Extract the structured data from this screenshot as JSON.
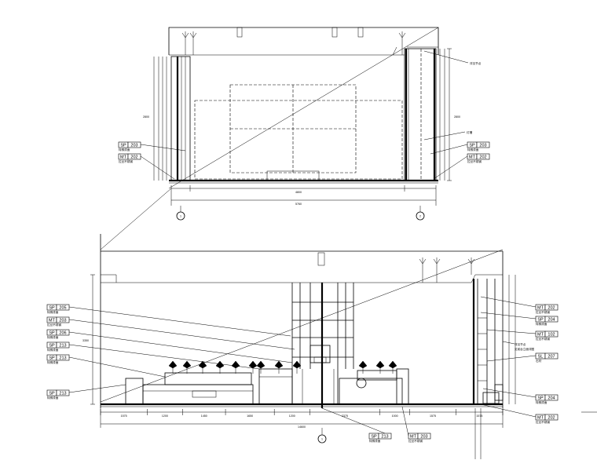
{
  "upper_elevation": {
    "tags_left": [
      {
        "code": "SP",
        "num": "203",
        "note": "特殊漆面"
      },
      {
        "code": "MT",
        "num": "202",
        "note": "拉丝不锈钢"
      }
    ],
    "tags_right": [
      {
        "code": "SP",
        "num": "203",
        "note": "特殊漆面"
      },
      {
        "code": "MT",
        "num": "202",
        "note": "拉丝不锈钢"
      }
    ],
    "top_right_note": "详见节点",
    "mid_right_note": "灯槽",
    "dims": {
      "left_height": "2800",
      "right_height": "2800",
      "segment": "4800",
      "total": "5760"
    },
    "axis_left": "1",
    "axis_right": "2"
  },
  "lower_elevation": {
    "tags_left": [
      {
        "code": "SP",
        "num": "205",
        "note": "特殊漆面"
      },
      {
        "code": "MT",
        "num": "203",
        "note": "拉丝不锈钢"
      },
      {
        "code": "SP",
        "num": "206",
        "note": "特殊漆面"
      },
      {
        "code": "SP",
        "num": "213",
        "note": "特殊漆面"
      },
      {
        "code": "SP",
        "num": "213",
        "note": "特殊漆面"
      },
      {
        "code": "SP",
        "num": "213",
        "note": "特殊漆面"
      }
    ],
    "tags_right": [
      {
        "code": "MT",
        "num": "202",
        "note": "拉丝不锈钢"
      },
      {
        "code": "SP",
        "num": "204",
        "note": "特殊漆面"
      },
      {
        "code": "MT",
        "num": "102",
        "note": "拉丝不锈钢"
      },
      {
        "code": "SL",
        "num": "207",
        "note": "石材"
      },
      {
        "code": "SP",
        "num": "204",
        "note": "特殊漆面"
      },
      {
        "code": "MT",
        "num": "202",
        "note": "拉丝不锈钢"
      }
    ],
    "right_note_1": "详见节点",
    "right_note_2": "见前台立面详图",
    "bottom_tags": [
      {
        "code": "SP",
        "num": "213",
        "note": "特殊漆面"
      },
      {
        "code": "MT",
        "num": "203",
        "note": "拉丝不锈钢"
      }
    ],
    "dim_segments": [
      "1575",
      "1200",
      "1450",
      "1650",
      "1200",
      "2375",
      "1000",
      "1575",
      "1575"
    ],
    "total": "14600",
    "left_height": "3350",
    "axis": "1"
  }
}
